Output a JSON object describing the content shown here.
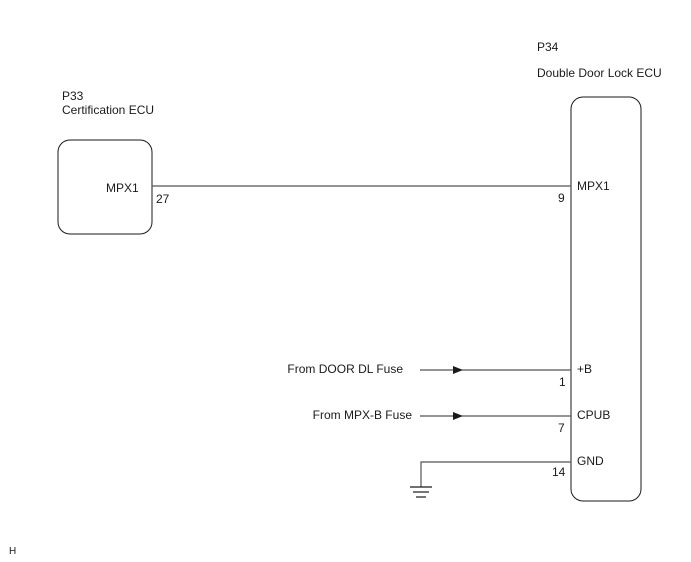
{
  "ecu_left": {
    "ref": "P33",
    "name": "Certification ECU",
    "pin_label": "MPX1",
    "pin_number": "27"
  },
  "ecu_right": {
    "ref": "P34",
    "name": "Double Door Lock ECU",
    "pins": [
      {
        "label": "MPX1",
        "number": "9"
      },
      {
        "label": "+B",
        "number": "1"
      },
      {
        "label": "CPUB",
        "number": "7"
      },
      {
        "label": "GND",
        "number": "14"
      }
    ]
  },
  "sources": {
    "door_dl": "From DOOR DL Fuse",
    "mpx_b": "From MPX-B Fuse"
  },
  "corner_mark": "H",
  "colors": {
    "line": "#1a1a1a",
    "wire": "#555555"
  }
}
